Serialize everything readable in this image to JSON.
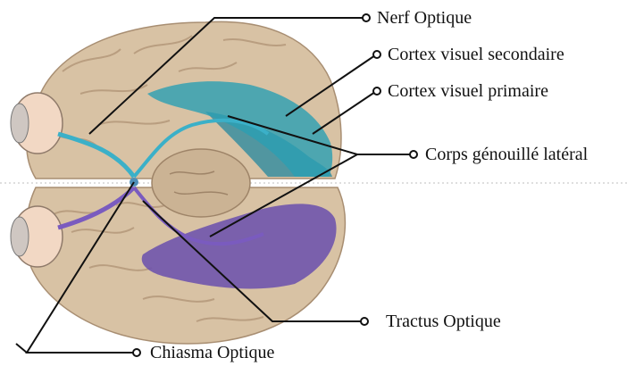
{
  "labels": {
    "nerf_optique": "Nerf Optique",
    "cortex_secondaire": "Cortex visuel secondaire",
    "cortex_primaire": "Cortex visuel primaire",
    "corps_genouille": "Corps génouillé latéral",
    "tractus_optique": "Tractus Optique",
    "chiasma_optique": "Chiasma Optique"
  },
  "colors": {
    "brain": "#d8c2a4",
    "brain_fold": "#b99e80",
    "cortex_right": "#2b9fb3",
    "cortex_right_secondary": "#3a8ea0",
    "cortex_left": "#6a4fae",
    "nerve_right": "#3bb0c8",
    "nerve_left": "#7a5bbf",
    "eye": "#f2d8c4",
    "leader": "#111111"
  }
}
